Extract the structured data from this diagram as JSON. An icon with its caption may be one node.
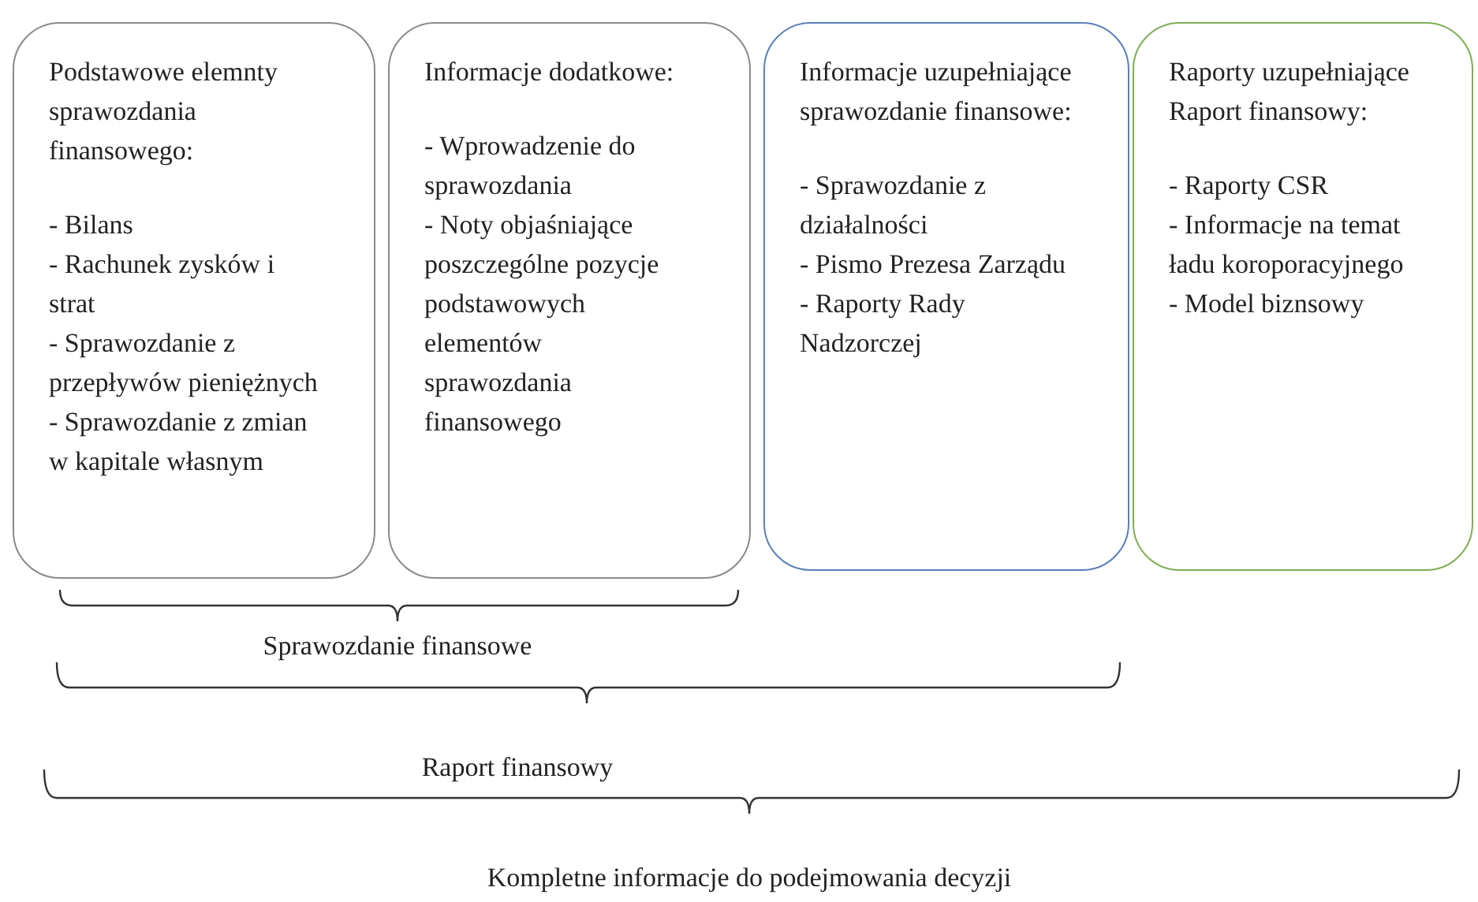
{
  "diagram": {
    "nodes": [
      {
        "text": [
          "Podstawowe elemnty sprawozdania finansowego:",
          "- Bilans",
          "- Rachunek zysków i strat",
          "- Sprawozdanie z przepływów pieniężnych",
          "- Sprawozdanie z zmian w kapitale własnym"
        ]
      },
      {
        "text": [
          "Informacje dodatkowe:",
          "- Wprowadzenie do sprawozdania",
          "- Noty objaśniające poszczególne pozycje podstawowych elementów sprawozdania finansowego"
        ]
      },
      {
        "text": [
          "Informacje uzupełniające sprawozdanie finansowe:",
          "- Sprawozdanie z działalności",
          "- Pismo Prezesa Zarządu",
          "- Raporty Rady Nadzorczej"
        ]
      },
      {
        "text": [
          "Raporty uzupełniające Raport finansowy:",
          "- Raporty CSR",
          "- Informacje na temat ładu koroporacyjnego",
          "- Model biznsowy"
        ]
      }
    ],
    "edges": [],
    "labels": [
      "Sprawozdanie finansowe",
      "Raport finansowy",
      "Kompletne informacje do podejmowania decyzji"
    ]
  }
}
